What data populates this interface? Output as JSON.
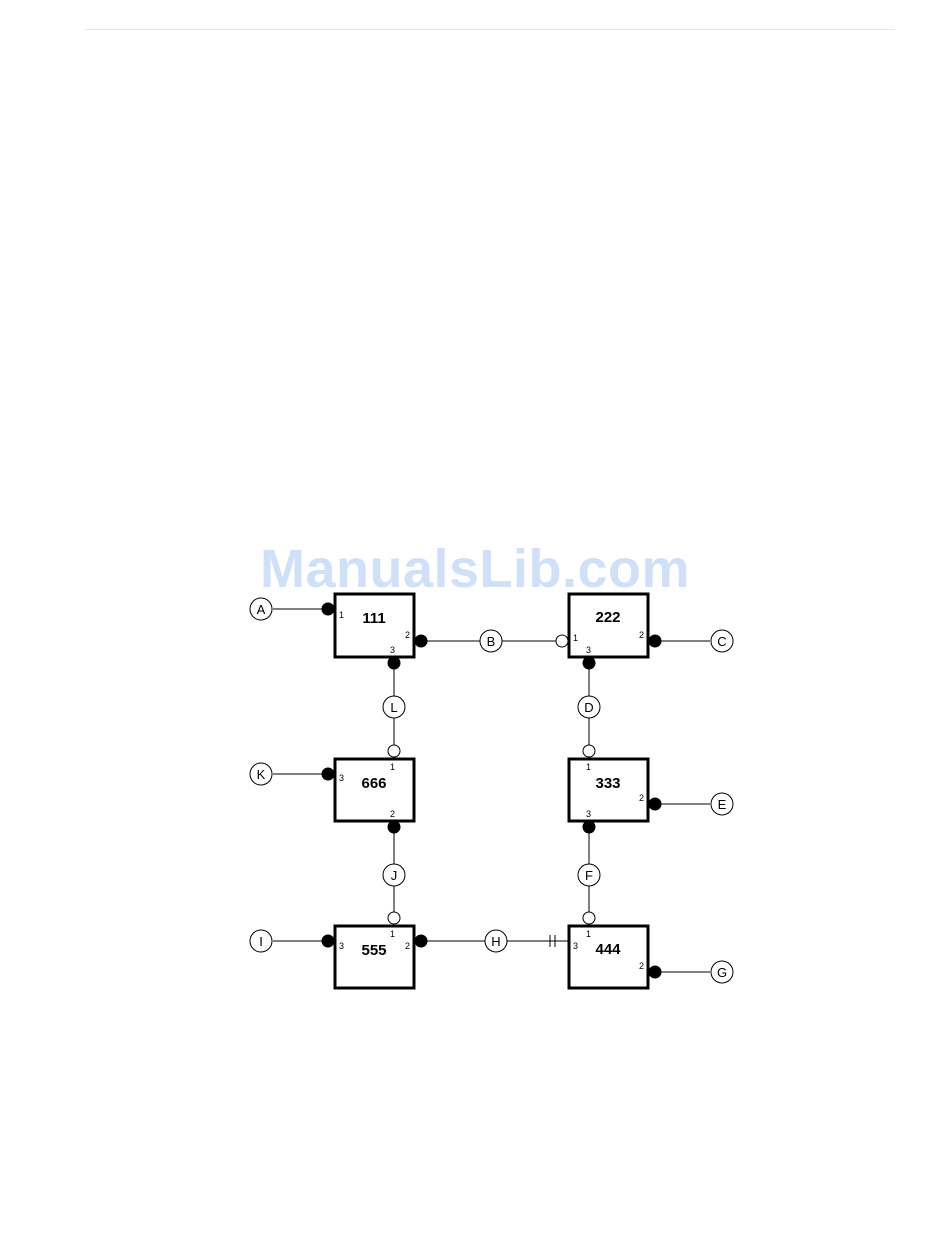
{
  "watermark": "ManualsLib.com",
  "units": [
    {
      "id": "u111",
      "label": "111",
      "ports": [
        "1",
        "2",
        "3"
      ]
    },
    {
      "id": "u222",
      "label": "222",
      "ports": [
        "1",
        "2",
        "3"
      ]
    },
    {
      "id": "u333",
      "label": "333",
      "ports": [
        "1",
        "2",
        "3"
      ]
    },
    {
      "id": "u444",
      "label": "444",
      "ports": [
        "1",
        "2",
        "3"
      ]
    },
    {
      "id": "u555",
      "label": "555",
      "ports": [
        "1",
        "2",
        "3"
      ]
    },
    {
      "id": "u666",
      "label": "666",
      "ports": [
        "1",
        "2",
        "3"
      ]
    }
  ],
  "terminals": [
    "A",
    "B",
    "C",
    "D",
    "E",
    "F",
    "G",
    "H",
    "I",
    "J",
    "K",
    "L"
  ]
}
